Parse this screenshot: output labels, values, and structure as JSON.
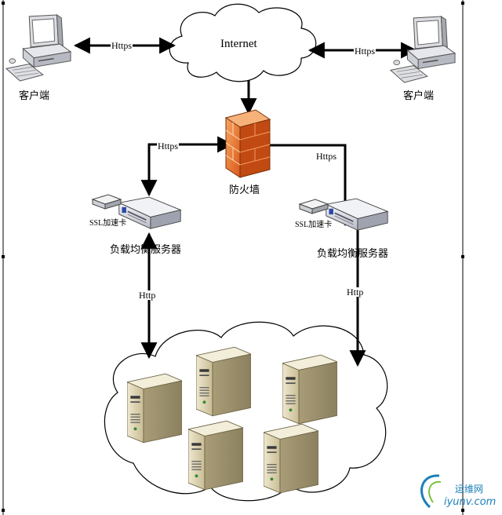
{
  "nodes": {
    "internet": "Internet",
    "client_left": "客户端",
    "client_right": "客户端",
    "firewall": "防火墙",
    "lb_left": "负载均衡服务器",
    "lb_right": "负载均衡服务器",
    "ssl_left": "SSL加速卡",
    "ssl_right": "SSL加速卡"
  },
  "edges": {
    "client_left_internet": "Https",
    "internet_client_right": "Https",
    "firewall_lb_left": "Https",
    "firewall_lb_right": "Https",
    "lb_left_servers": "Http",
    "lb_right_servers": "Http"
  },
  "watermark": {
    "name": "运维网",
    "url": "iyunv.com"
  },
  "colors": {
    "firewall": "#e8762b",
    "server": "#d8cfb0",
    "line": "#000000"
  }
}
